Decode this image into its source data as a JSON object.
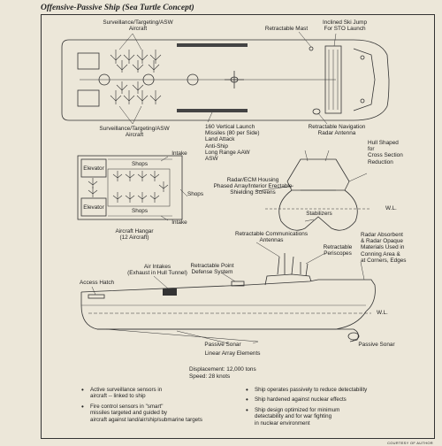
{
  "title": "Offensive-Passive Ship (Sea Turtle Concept)",
  "top_view": {
    "aircraft_top": "Surveillance/Targeting/ASW\nAircraft",
    "aircraft_bottom": "Surveillance/Targeting/ASW\nAircraft",
    "retractable_mast": "Retractable Mast",
    "ski_jump": "Inclined Ski Jump\nFor STO Launch",
    "nav_radar": "Retractable Navigation\nRadar Antenna",
    "vls": "160 Vertical Launch\nMissiles (80 per Side)\nLand Attack\nAnti-Ship\nLong Range AAW\nASW"
  },
  "hangar": {
    "intake_top": "Intake",
    "intake_bottom": "Intake",
    "elevator_1": "Elevator",
    "elevator_2": "Elevator",
    "shops_top": "Shops",
    "shops_right": "Shops",
    "shops_bottom": "Shops",
    "caption": "Aircraft Hangar\n(12 Aircraft)"
  },
  "section": {
    "radar_ecm": "Radar/ECM Housing\nPhased Array/Interior Erectable\nShielding Screens",
    "hull_shaped": "Hull Shaped\nfor\nCross Section\nReduction",
    "wl": "W.L.",
    "stabilizers": "Stabilizers"
  },
  "side_view": {
    "comm_antennas": "Retractable Communications\nAntennas",
    "periscopes": "Retractable\nPeriscopes",
    "radar_absorbent": "Radar Absorbent\n& Radar Opaque\nMaterials Used in\nConning Area &\nat Corners, Edges",
    "air_intakes": "Air Intakes\n(Exhaust in Hull Tunnel)",
    "point_defense": "Retractable Point\nDefense System",
    "access_hatch": "Access Hatch",
    "wl": "W.L.",
    "passive_sonar_1": "Passive Sonar",
    "passive_sonar_2": "Passive Sonar",
    "linear_array": "Linear Array Elements",
    "displacement": "Displacement:  12,000 tons",
    "speed": "Speed:  28 knots"
  },
  "bullets_left": [
    "Active surveillance sensors in\naircraft -- linked to ship",
    "Fire control sensors in \"smart\"\nmissiles targeted and guided by\naircraft against land/air/ship/submarine targets"
  ],
  "bullets_right": [
    "Ship operates passively to reduce detectability",
    "Ship hardened against nuclear effects",
    "Ship design optimized for minimum\ndetectability and for war fighting\nin nuclear environment"
  ],
  "credit": "COURTESY OF AUTHOR"
}
